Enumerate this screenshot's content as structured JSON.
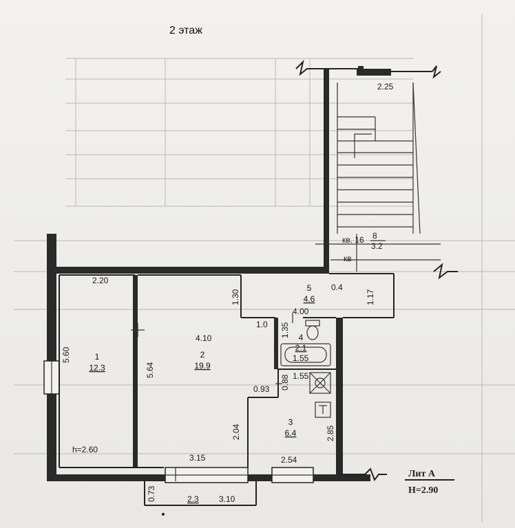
{
  "plan": {
    "title": "2 этаж",
    "height_note": "h=2.60",
    "stamp": {
      "line1": "Лит А",
      "line2": "Н=2.90"
    }
  },
  "rooms": [
    {
      "number": "1",
      "area": "12.3"
    },
    {
      "number": "2",
      "area": "19.9"
    },
    {
      "number": "3",
      "area": "6.4"
    },
    {
      "number": "4",
      "area": "2.1"
    },
    {
      "number": "5",
      "area": "4.6"
    }
  ],
  "dimensions": {
    "room1_width": "2.20",
    "room1_length": "5.60",
    "room2_length": "5.64",
    "room2_width": "4.10",
    "wall_bottom": "3.15",
    "corridor_step": "1.30",
    "door_width": "1.0",
    "corridor_width": "4.00",
    "corridor_thin": "0.4",
    "corridor_side": "1.17",
    "bath_height": "1.35",
    "bath_width": "1.55",
    "kitchen_width_top": "1.55",
    "kitchen_wall": "0.88",
    "kitchen_offset": "0.93",
    "kitchen_left": "2.04",
    "kitchen_right": "2.85",
    "kitchen_bottom": "2.54",
    "balcony_depth": "0.73",
    "balcony_width": "3.10",
    "balcony_area": "2.3",
    "stair_width": "2.25"
  },
  "stair_labels": {
    "apt_a": "кв. 16",
    "apt_b": "кв",
    "fraction_top": "8",
    "fraction_bottom": "3.2"
  }
}
